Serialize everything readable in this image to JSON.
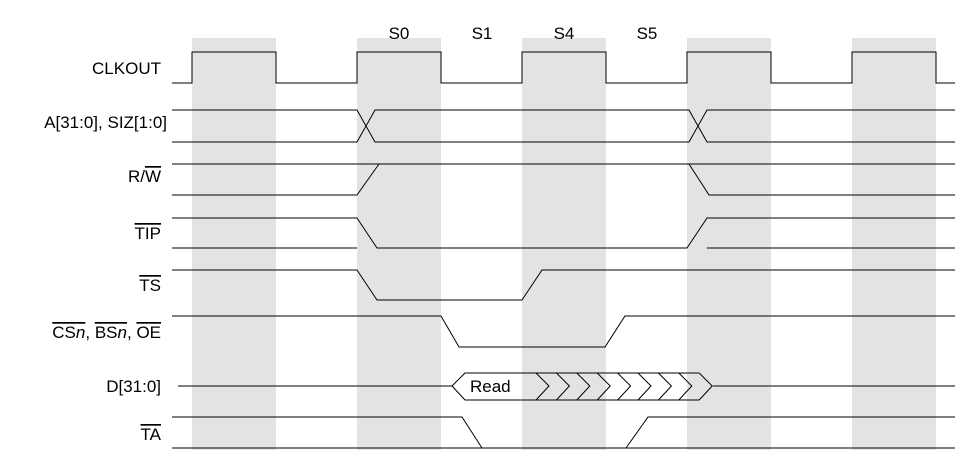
{
  "states": [
    "S0",
    "S1",
    "S4",
    "S5"
  ],
  "signals": {
    "clkout": {
      "name": "CLKOUT"
    },
    "addr": {
      "name": "A[31:0], SIZ[1:0]"
    },
    "rw": {
      "r": "R/",
      "w": "W"
    },
    "tip": {
      "name": "TIP"
    },
    "ts": {
      "name": "TS"
    },
    "cs": {
      "cs": "CS",
      "n1": "n",
      "sep1": ", ",
      "bs": "BS",
      "n2": "n",
      "sep2": ", ",
      "oe": "OE"
    },
    "data": {
      "name": "D[31:0]",
      "read_label": "Read"
    },
    "ta": {
      "name": "TA"
    }
  },
  "style": {
    "background": "#ffffff",
    "band_color": "#e3e3e3",
    "line_color": "#000000"
  }
}
